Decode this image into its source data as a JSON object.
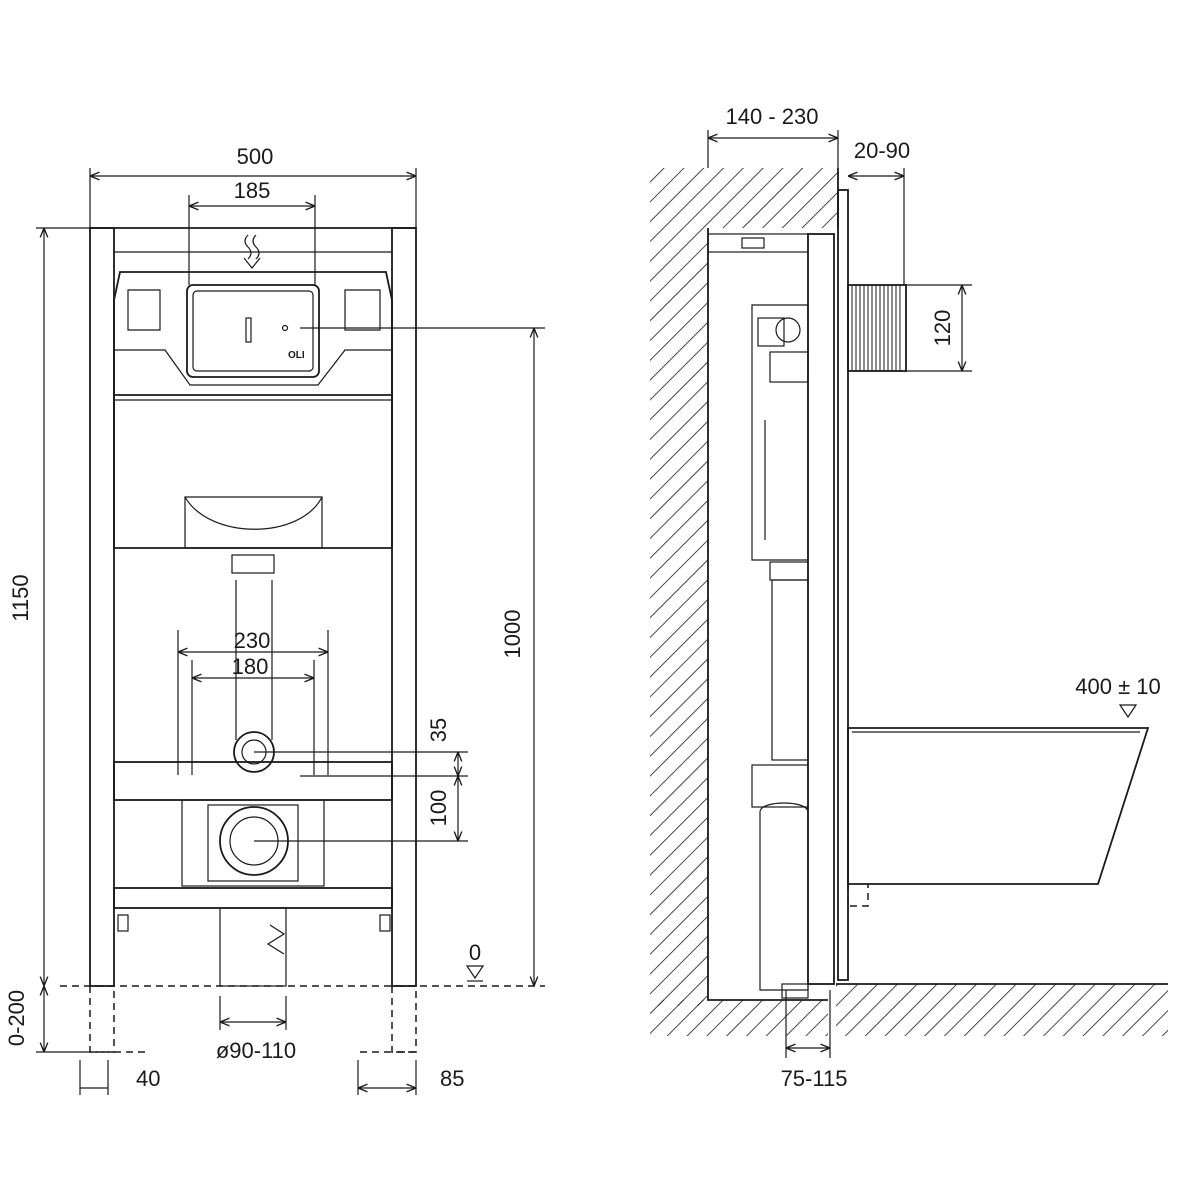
{
  "front_view": {
    "width_total": "500",
    "width_flush_plate": "185",
    "height_total": "1150",
    "height_flush_button": "1000",
    "width_outer_rods": "230",
    "width_inner_rods": "180",
    "offset_upper_pipe": "35",
    "offset_lower_pipe": "100",
    "floor_level": "0",
    "leg_extension": "0-200",
    "drain_diameter": "ø90-110",
    "foot_left_offset": "40",
    "foot_right_offset": "85",
    "brand_mark": "OLI"
  },
  "side_view": {
    "wall_distance": "140 - 230",
    "flush_plate_depth": "20-90",
    "flush_pipe_height": "120",
    "seat_height": "400 ± 10",
    "drain_offset": "75-115"
  },
  "colors": {
    "ink": "#1a1a1a",
    "paper": "#ffffff"
  }
}
